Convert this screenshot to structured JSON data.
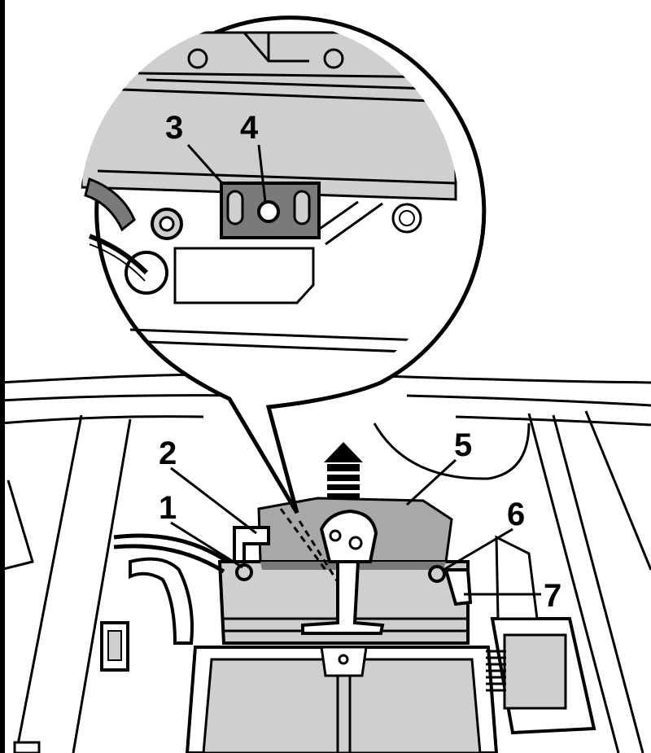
{
  "colors": {
    "background": "#ffffff",
    "line": "#000000",
    "shade_light": "#cfcfcf",
    "shade_mid": "#a8a8a8",
    "shade_dark": "#7a7a7a"
  },
  "callouts": [
    {
      "id": "1",
      "label": "1"
    },
    {
      "id": "2",
      "label": "2"
    },
    {
      "id": "3",
      "label": "3"
    },
    {
      "id": "4",
      "label": "4"
    },
    {
      "id": "5",
      "label": "5"
    },
    {
      "id": "6",
      "label": "6"
    },
    {
      "id": "7",
      "label": "7"
    }
  ],
  "icons": {
    "direction_arrow": "arrow-up-icon"
  }
}
